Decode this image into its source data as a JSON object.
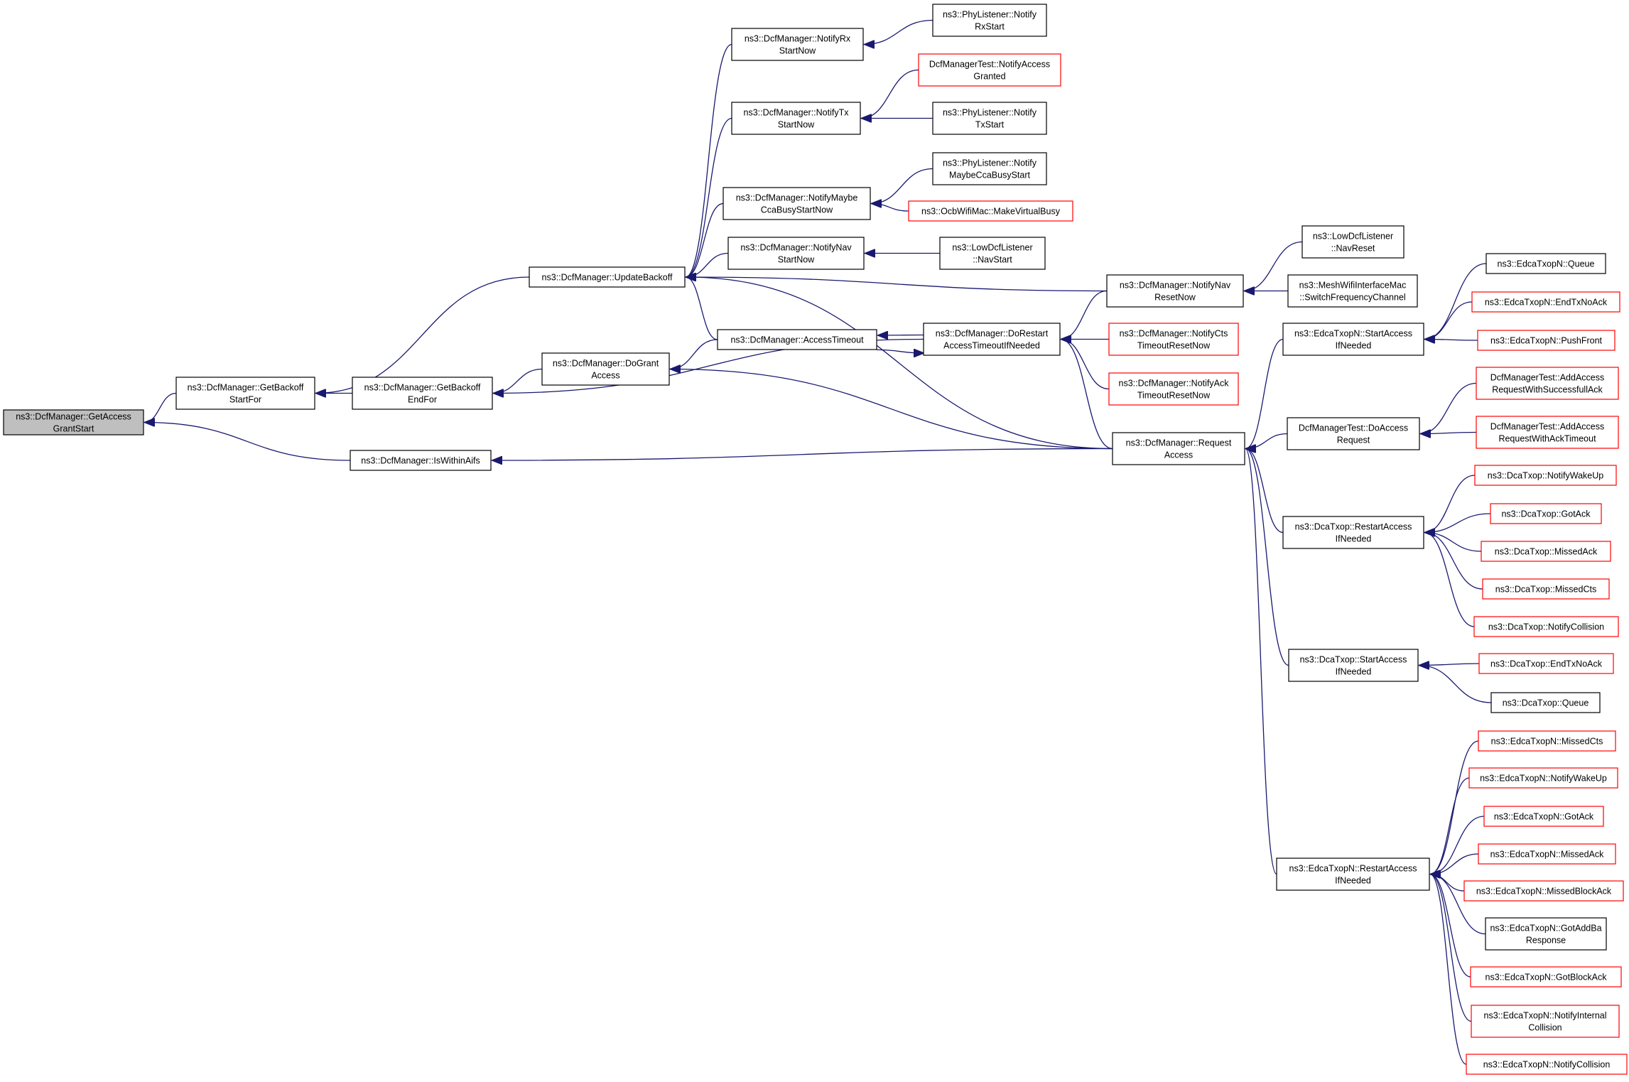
{
  "colors": {
    "edge": "#191970",
    "border": "#000000",
    "border_undocumented": "#ff0000",
    "root_fill": "#bfbfbf"
  },
  "nodes": [
    {
      "id": "n1",
      "lines": [
        "ns3::DcfManager::GetAccess",
        "GrantStart"
      ],
      "root": true
    },
    {
      "id": "n2",
      "lines": [
        "ns3::DcfManager::GetBackoff",
        "StartFor"
      ]
    },
    {
      "id": "n3",
      "lines": [
        "ns3::DcfManager::IsWithinAifs"
      ]
    },
    {
      "id": "n4",
      "lines": [
        "ns3::DcfManager::UpdateBackoff"
      ]
    },
    {
      "id": "n5",
      "lines": [
        "ns3::DcfManager::GetBackoff",
        "EndFor"
      ]
    },
    {
      "id": "n6",
      "lines": [
        "ns3::DcfManager::NotifyRx",
        "StartNow"
      ]
    },
    {
      "id": "n7",
      "lines": [
        "ns3::DcfManager::NotifyTx",
        "StartNow"
      ]
    },
    {
      "id": "n8",
      "lines": [
        "ns3::DcfManager::NotifyMaybe",
        "CcaBusyStartNow"
      ]
    },
    {
      "id": "n9",
      "lines": [
        "ns3::DcfManager::NotifyNav",
        "StartNow"
      ]
    },
    {
      "id": "n10",
      "lines": [
        "ns3::DcfManager::DoGrant",
        "Access"
      ]
    },
    {
      "id": "n11",
      "lines": [
        "ns3::DcfManager::AccessTimeout"
      ]
    },
    {
      "id": "n12",
      "lines": [
        "ns3::PhyListener::Notify",
        "RxStart"
      ]
    },
    {
      "id": "n13",
      "lines": [
        "DcfManagerTest::NotifyAccess",
        "Granted"
      ],
      "red": true
    },
    {
      "id": "n14",
      "lines": [
        "ns3::PhyListener::Notify",
        "TxStart"
      ]
    },
    {
      "id": "n15",
      "lines": [
        "ns3::PhyListener::Notify",
        "MaybeCcaBusyStart"
      ]
    },
    {
      "id": "n16",
      "lines": [
        "ns3::OcbWifiMac::MakeVirtualBusy"
      ],
      "red": true
    },
    {
      "id": "n17",
      "lines": [
        "ns3::LowDcfListener",
        "::NavStart"
      ]
    },
    {
      "id": "n18",
      "lines": [
        "ns3::DcfManager::DoRestart",
        "AccessTimeoutIfNeeded"
      ]
    },
    {
      "id": "n19",
      "lines": [
        "ns3::DcfManager::NotifyNav",
        "ResetNow"
      ]
    },
    {
      "id": "n20",
      "lines": [
        "ns3::DcfManager::NotifyCts",
        "TimeoutResetNow"
      ],
      "red": true
    },
    {
      "id": "n21",
      "lines": [
        "ns3::DcfManager::NotifyAck",
        "TimeoutResetNow"
      ],
      "red": true
    },
    {
      "id": "n22",
      "lines": [
        "ns3::DcfManager::Request",
        "Access"
      ]
    },
    {
      "id": "n23",
      "lines": [
        "ns3::LowDcfListener",
        "::NavReset"
      ]
    },
    {
      "id": "n24",
      "lines": [
        "ns3::MeshWifiInterfaceMac",
        "::SwitchFrequencyChannel"
      ]
    },
    {
      "id": "n25",
      "lines": [
        "ns3::EdcaTxopN::StartAccess",
        "IfNeeded"
      ]
    },
    {
      "id": "n26",
      "lines": [
        "DcfManagerTest::DoAccess",
        "Request"
      ]
    },
    {
      "id": "n27",
      "lines": [
        "ns3::DcaTxop::RestartAccess",
        "IfNeeded"
      ]
    },
    {
      "id": "n28",
      "lines": [
        "ns3::DcaTxop::StartAccess",
        "IfNeeded"
      ]
    },
    {
      "id": "n29",
      "lines": [
        "ns3::EdcaTxopN::RestartAccess",
        "IfNeeded"
      ]
    },
    {
      "id": "n30",
      "lines": [
        "ns3::EdcaTxopN::Queue"
      ]
    },
    {
      "id": "n31",
      "lines": [
        "ns3::EdcaTxopN::EndTxNoAck"
      ],
      "red": true
    },
    {
      "id": "n32",
      "lines": [
        "ns3::EdcaTxopN::PushFront"
      ],
      "red": true
    },
    {
      "id": "n33",
      "lines": [
        "DcfManagerTest::AddAccess",
        "RequestWithSuccessfullAck"
      ],
      "red": true
    },
    {
      "id": "n34",
      "lines": [
        "DcfManagerTest::AddAccess",
        "RequestWithAckTimeout"
      ],
      "red": true
    },
    {
      "id": "n35",
      "lines": [
        "ns3::DcaTxop::NotifyWakeUp"
      ],
      "red": true
    },
    {
      "id": "n36",
      "lines": [
        "ns3::DcaTxop::GotAck"
      ],
      "red": true
    },
    {
      "id": "n37",
      "lines": [
        "ns3::DcaTxop::MissedAck"
      ],
      "red": true
    },
    {
      "id": "n38",
      "lines": [
        "ns3::DcaTxop::MissedCts"
      ],
      "red": true
    },
    {
      "id": "n39",
      "lines": [
        "ns3::DcaTxop::NotifyCollision"
      ],
      "red": true
    },
    {
      "id": "n40",
      "lines": [
        "ns3::DcaTxop::EndTxNoAck"
      ],
      "red": true
    },
    {
      "id": "n41",
      "lines": [
        "ns3::DcaTxop::Queue"
      ]
    },
    {
      "id": "n42",
      "lines": [
        "ns3::EdcaTxopN::MissedCts"
      ],
      "red": true
    },
    {
      "id": "n43",
      "lines": [
        "ns3::EdcaTxopN::NotifyWakeUp"
      ],
      "red": true
    },
    {
      "id": "n44",
      "lines": [
        "ns3::EdcaTxopN::GotAck"
      ],
      "red": true
    },
    {
      "id": "n45",
      "lines": [
        "ns3::EdcaTxopN::MissedAck"
      ],
      "red": true
    },
    {
      "id": "n46",
      "lines": [
        "ns3::EdcaTxopN::MissedBlockAck"
      ],
      "red": true
    },
    {
      "id": "n47",
      "lines": [
        "ns3::EdcaTxopN::GotAddBa",
        "Response"
      ]
    },
    {
      "id": "n48",
      "lines": [
        "ns3::EdcaTxopN::GotBlockAck"
      ],
      "red": true
    },
    {
      "id": "n49",
      "lines": [
        "ns3::EdcaTxopN::NotifyInternal",
        "Collision"
      ],
      "red": true
    },
    {
      "id": "n50",
      "lines": [
        "ns3::EdcaTxopN::NotifyCollision"
      ],
      "red": true
    }
  ],
  "edges": [
    [
      "n1",
      "n2"
    ],
    [
      "n1",
      "n3"
    ],
    [
      "n2",
      "n4"
    ],
    [
      "n2",
      "n5"
    ],
    [
      "n3",
      "n22"
    ],
    [
      "n4",
      "n6"
    ],
    [
      "n4",
      "n7"
    ],
    [
      "n4",
      "n8"
    ],
    [
      "n4",
      "n9"
    ],
    [
      "n4",
      "n11"
    ],
    [
      "n4",
      "n19"
    ],
    [
      "n4",
      "n22"
    ],
    [
      "n5",
      "n10"
    ],
    [
      "n5",
      "n18"
    ],
    [
      "n6",
      "n12"
    ],
    [
      "n7",
      "n13"
    ],
    [
      "n7",
      "n14"
    ],
    [
      "n8",
      "n15"
    ],
    [
      "n8",
      "n16"
    ],
    [
      "n9",
      "n17"
    ],
    [
      "n10",
      "n11"
    ],
    [
      "n10",
      "n22"
    ],
    [
      "n11",
      "n18"
    ],
    [
      "n18",
      "n11"
    ],
    [
      "n18",
      "n19"
    ],
    [
      "n18",
      "n20"
    ],
    [
      "n18",
      "n21"
    ],
    [
      "n18",
      "n22"
    ],
    [
      "n19",
      "n23"
    ],
    [
      "n19",
      "n24"
    ],
    [
      "n22",
      "n25"
    ],
    [
      "n22",
      "n26"
    ],
    [
      "n22",
      "n27"
    ],
    [
      "n22",
      "n28"
    ],
    [
      "n22",
      "n29"
    ],
    [
      "n25",
      "n30"
    ],
    [
      "n25",
      "n31"
    ],
    [
      "n25",
      "n32"
    ],
    [
      "n26",
      "n33"
    ],
    [
      "n26",
      "n34"
    ],
    [
      "n27",
      "n35"
    ],
    [
      "n27",
      "n36"
    ],
    [
      "n27",
      "n37"
    ],
    [
      "n27",
      "n38"
    ],
    [
      "n27",
      "n39"
    ],
    [
      "n28",
      "n40"
    ],
    [
      "n28",
      "n41"
    ],
    [
      "n29",
      "n42"
    ],
    [
      "n29",
      "n43"
    ],
    [
      "n29",
      "n44"
    ],
    [
      "n29",
      "n45"
    ],
    [
      "n29",
      "n46"
    ],
    [
      "n29",
      "n47"
    ],
    [
      "n29",
      "n48"
    ],
    [
      "n29",
      "n49"
    ],
    [
      "n29",
      "n50"
    ]
  ]
}
